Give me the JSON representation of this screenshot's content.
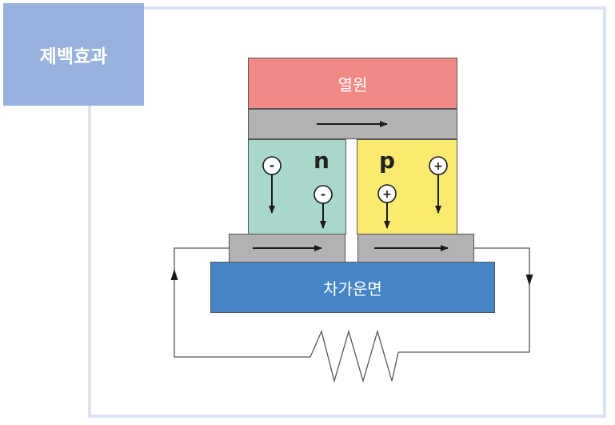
{
  "title": "제백효과",
  "heat_source": {
    "label": "열원"
  },
  "cooling_surface": {
    "label": "차가운면"
  },
  "n_leg": {
    "label": "n",
    "carrier_symbol": "-"
  },
  "p_leg": {
    "label": "p",
    "carrier_symbol": "+"
  },
  "colors": {
    "heat_source": "#f18a86",
    "cooling_surface": "#4686c7",
    "n_leg": "#a8d7cc",
    "p_leg": "#fbea70",
    "plate": "#b2b2b2",
    "title_box": "#98b2dd",
    "frame": "#dbe3f1"
  }
}
